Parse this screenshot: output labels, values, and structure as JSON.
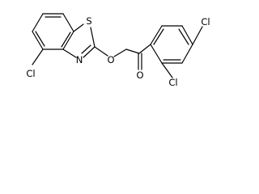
{
  "molecule": {
    "atoms": {
      "cl_left": "Cl",
      "n": "N",
      "s": "S",
      "o_ether": "O",
      "o_carbonyl": "O",
      "cl_right_top": "Cl",
      "cl_right_bottom": "Cl"
    }
  },
  "colors": {
    "bond": "#000000",
    "label": "#000000",
    "background": "#ffffff"
  }
}
